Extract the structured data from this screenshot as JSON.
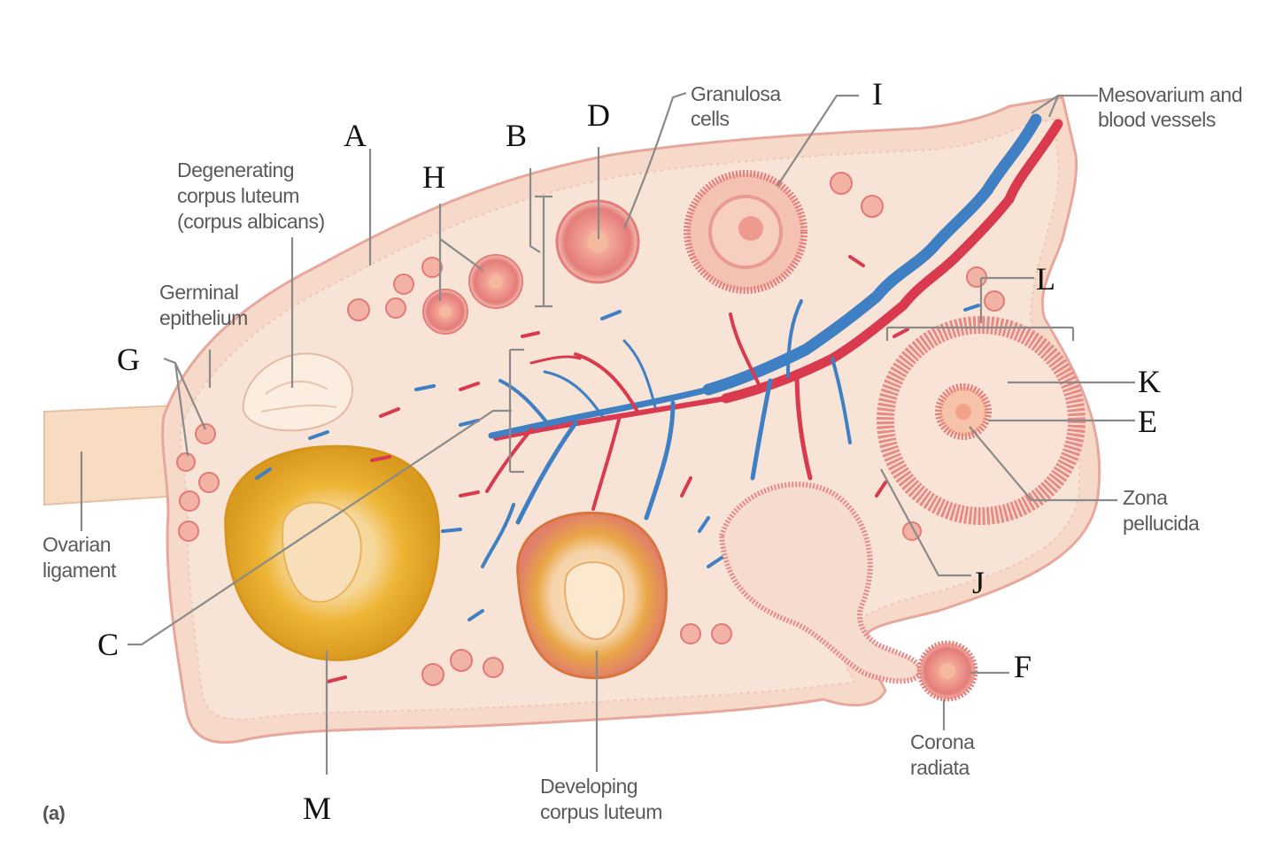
{
  "figure_tag": "(a)",
  "letters": {
    "A": "A",
    "B": "B",
    "C": "C",
    "D": "D",
    "E": "E",
    "F": "F",
    "G": "G",
    "H": "H",
    "I": "I",
    "J": "J",
    "K": "K",
    "L": "L",
    "M": "M"
  },
  "labels": {
    "granulosa": [
      "Granulosa",
      "cells"
    ],
    "mesovarium": [
      "Mesovarium and",
      "blood vessels"
    ],
    "degenerating": [
      "Degenerating",
      "corpus luteum",
      "(corpus albicans)"
    ],
    "germinal": [
      "Germinal",
      "epithelium"
    ],
    "ovarian_ligament": [
      "Ovarian",
      "ligament"
    ],
    "zona": [
      "Zona",
      "pellucida"
    ],
    "corona": [
      "Corona",
      "radiata"
    ],
    "developing": [
      "Developing",
      "corpus luteum"
    ]
  },
  "colors": {
    "ovary_fill": "#f6d9c8",
    "ovary_edge": "#e7a79c",
    "ligament": "#f7dcc2",
    "follicle": "#e88a86",
    "oocyte": "#f4b59e",
    "corpus_luteum": "#f0b93a",
    "artery": "#d93a4e",
    "vein": "#3f7fc4",
    "albicans": "#fbeee0"
  }
}
